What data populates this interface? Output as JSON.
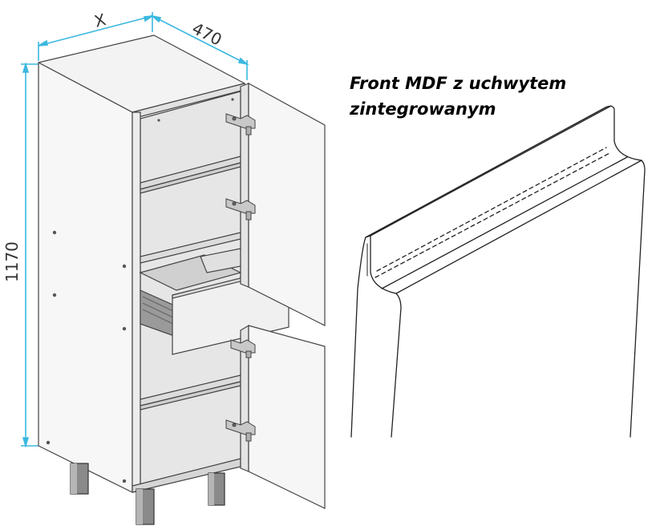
{
  "dimensions": {
    "width_label": "X",
    "depth_label": "470",
    "height_label": "1170"
  },
  "caption": {
    "line1": "Front MDF z uchwytem",
    "line2": "zintegrowanym"
  },
  "colors": {
    "dimension_line": "#3bb8e0",
    "outline": "#444444",
    "panel_light": "#f7f7f7",
    "panel_shade": "#d8d8d8",
    "interior": "#e6e6e6",
    "legs": "#8a8a8a"
  }
}
